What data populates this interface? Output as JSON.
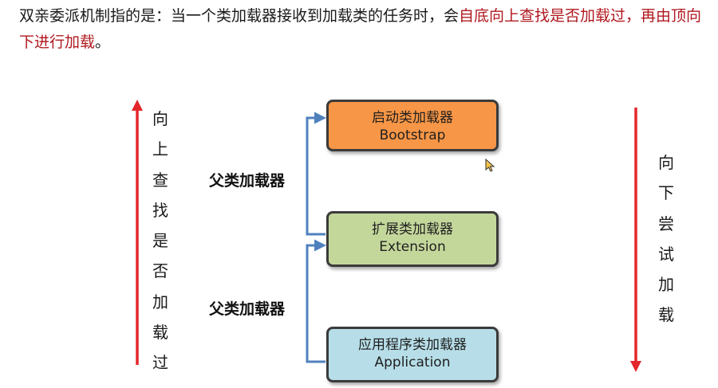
{
  "headline": {
    "part1": "双亲委派机制指的是：当一个类加载器接收到加载类的任务时，会",
    "highlight": "自底向上查找是否加载过，再由顶向下进行加载",
    "part2": "。"
  },
  "left_column": {
    "text": "向\n上\n查\n找\n是\n否\n加\n载\n过"
  },
  "right_column": {
    "text": "向\n下\n尝\n试\n加\n载"
  },
  "parent_labels": {
    "upper": "父类加载器",
    "lower": "父类加载器"
  },
  "boxes": {
    "bootstrap": {
      "cn": "启动类加载器",
      "en": "Bootstrap"
    },
    "extension": {
      "cn": "扩展类加载器",
      "en": "Extension"
    },
    "application": {
      "cn": "应用程序类加载器",
      "en": "Application"
    }
  },
  "colors": {
    "bootstrap_fill": "#F79646",
    "extension_fill": "#C4D79B",
    "application_fill": "#B7DEE8",
    "arrow_red": "#E3262A",
    "connector_blue": "#4F81BD",
    "highlight_text": "#B0181F"
  },
  "icons": {
    "cursor": "mouse-pointer-icon"
  }
}
